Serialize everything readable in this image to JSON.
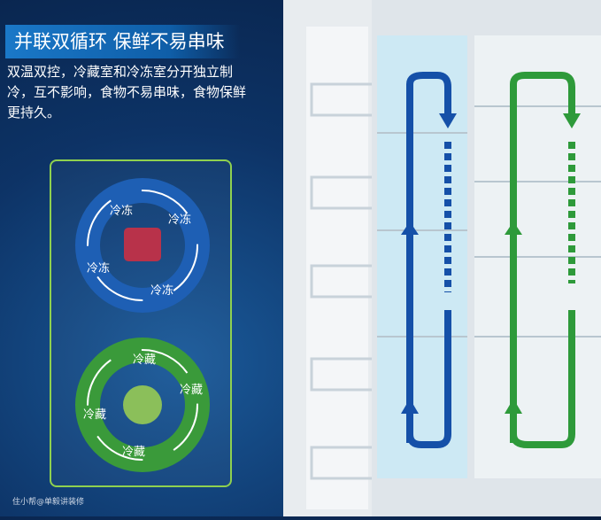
{
  "headline": "并联双循环 保鲜不易串味",
  "description": "双温双控，冷藏室和冷冻室分开独立制冷，互不影响，食物不易串味，食物保鲜更持久。",
  "freezer_cycle": {
    "labels": [
      "冷冻",
      "冷冻",
      "冷冻",
      "冷冻"
    ],
    "color": "#1e5fb4"
  },
  "fridge_cycle": {
    "labels": [
      "冷藏",
      "冷藏",
      "冷藏",
      "冷藏"
    ],
    "color": "#3a9a3a"
  },
  "watermark": "住小帮@单毅讲装修",
  "colors": {
    "blue_flow": "#1550a8",
    "green_flow": "#2e9a3a",
    "accent": "#8fd14f"
  }
}
